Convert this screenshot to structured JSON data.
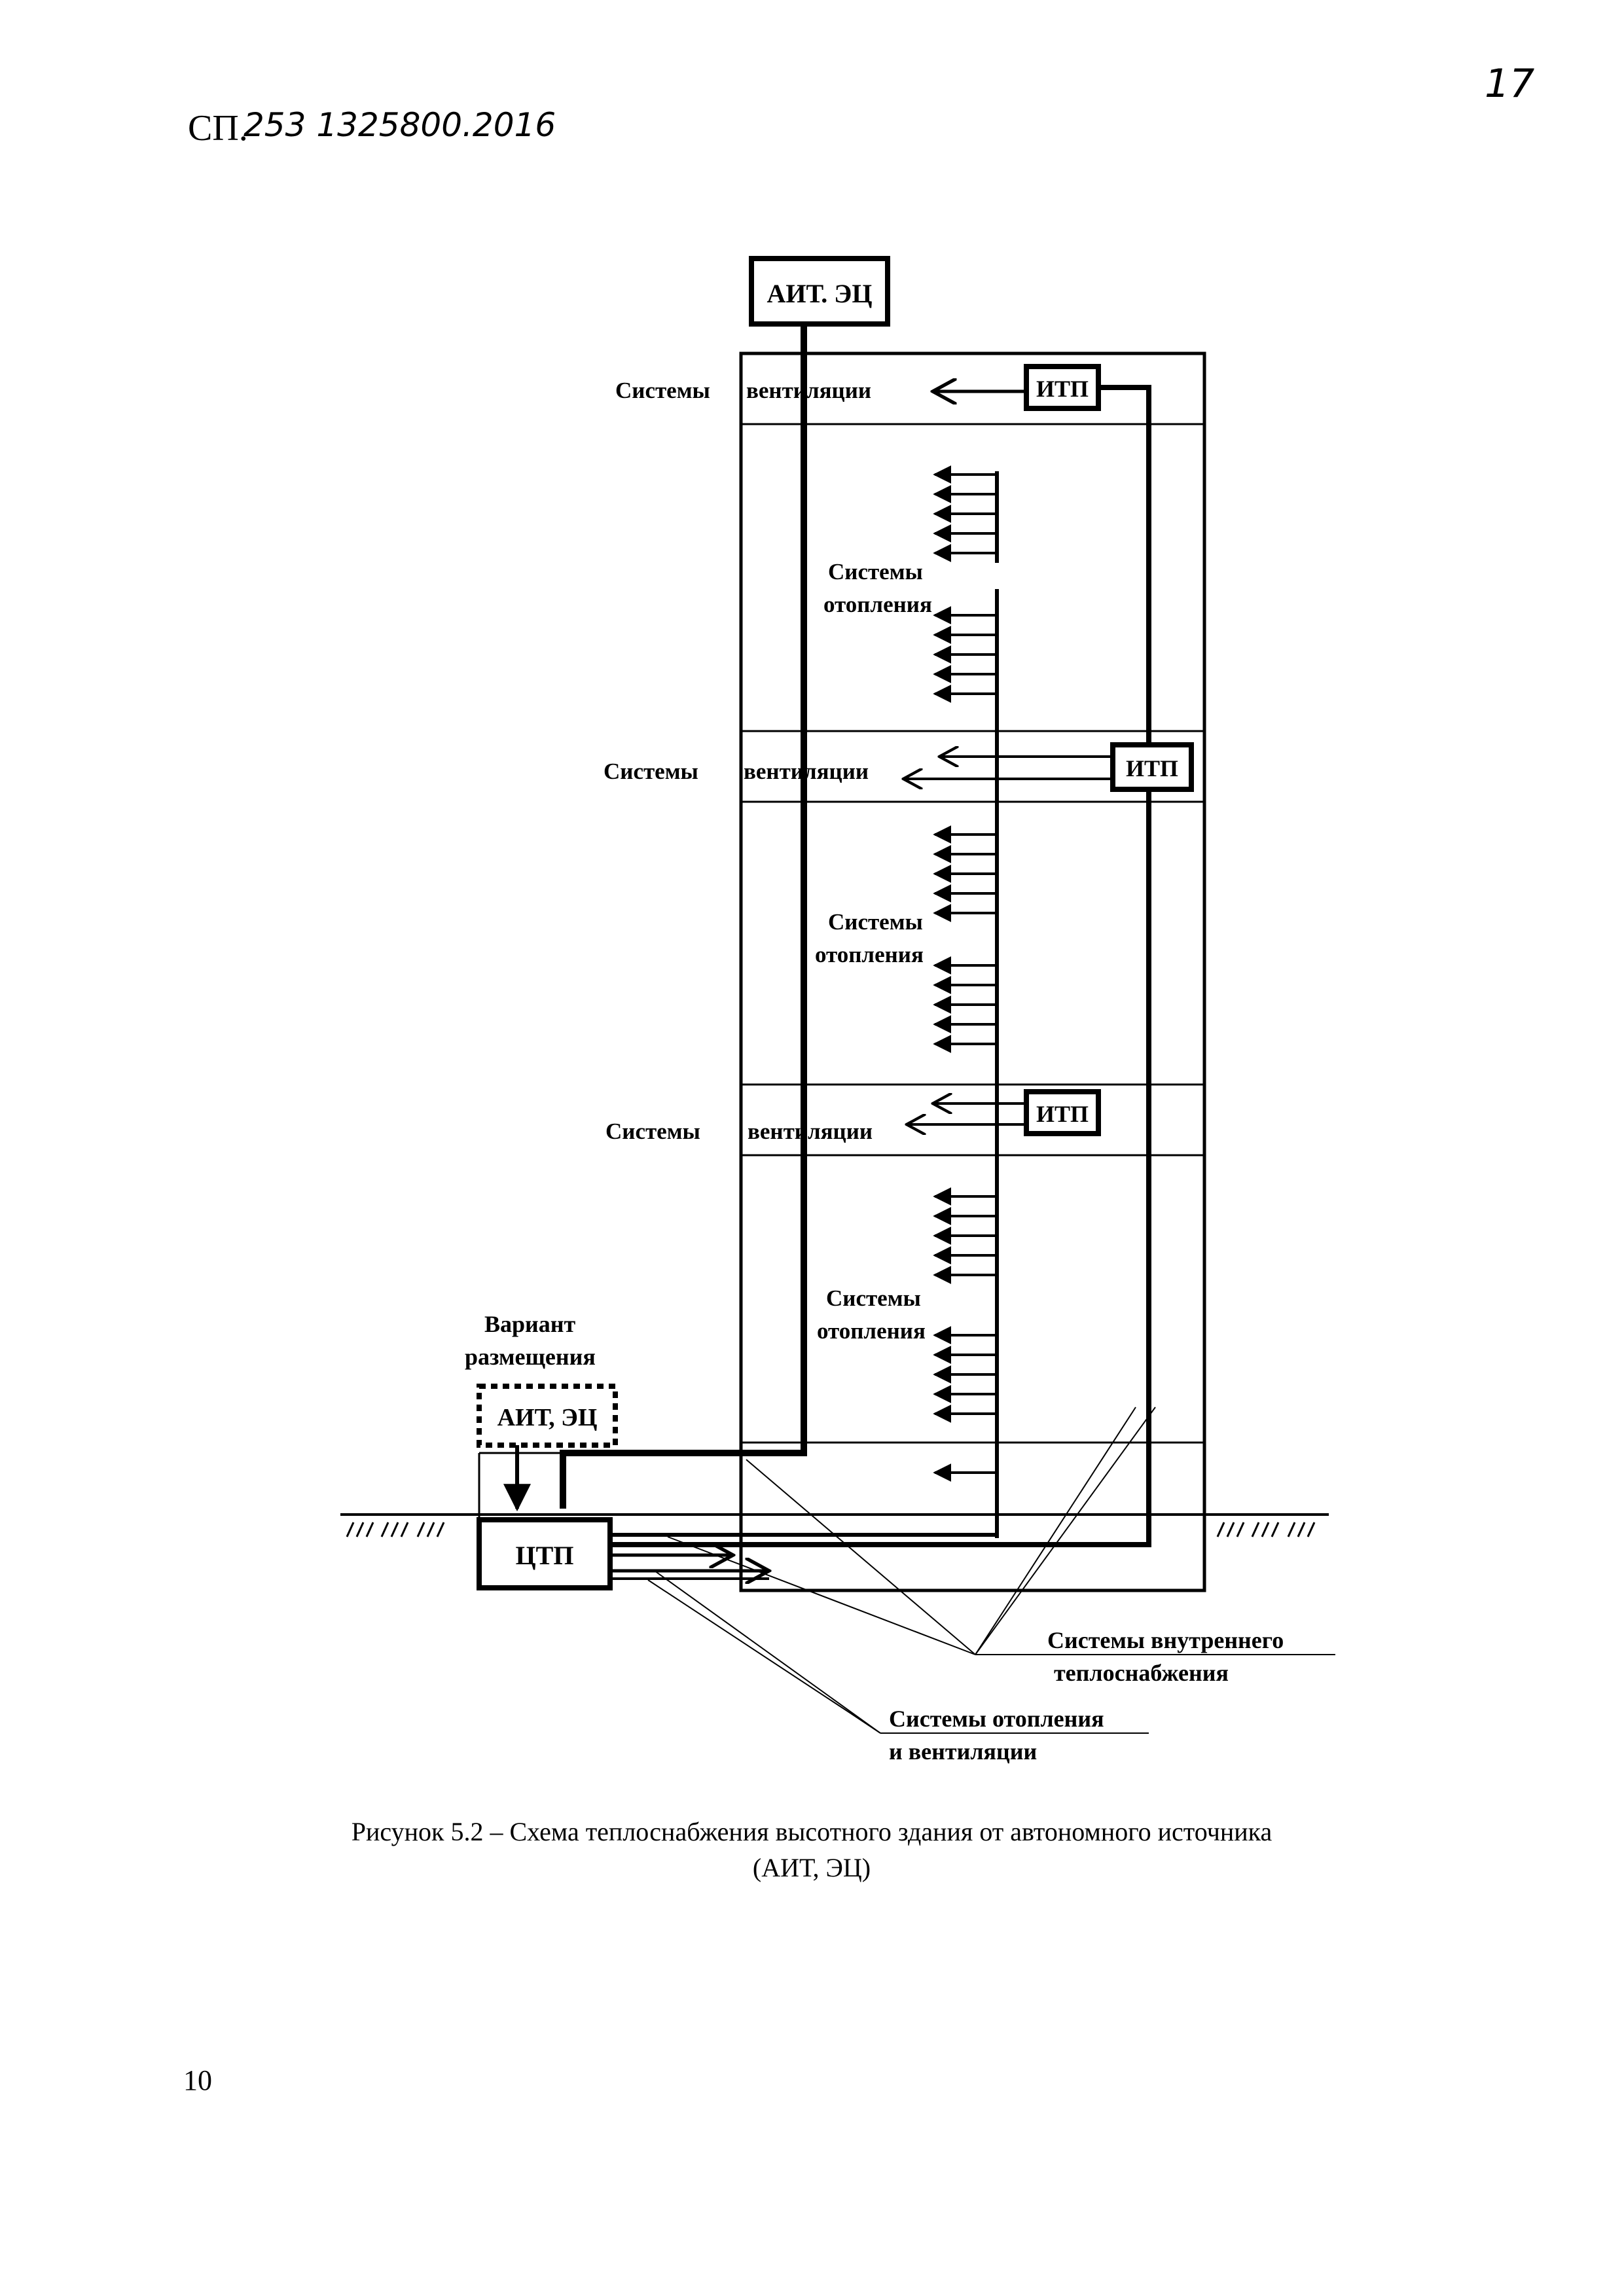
{
  "header": {
    "doc_prefix": "СП.",
    "doc_handwritten": "253 1325800.2016",
    "page_handwritten": "17"
  },
  "diagram": {
    "source_label": "АИТ. ЭЦ",
    "itp_label": "ИТП",
    "ctp_label": "ЦТП",
    "ventilation_left_label": "Системы",
    "ventilation_right_label": "вентиляции",
    "heating_label_line1": "Системы",
    "heating_label_line2": "отопления",
    "variant_line1": "Вариант",
    "variant_line2": "размещения",
    "variant_box_label": "АИТ, ЭЦ",
    "internal_supply_line1": "Системы внутреннего",
    "internal_supply_line2": "теплоснабжения",
    "heating_vent_line1": "Системы отопления",
    "heating_vent_line2": "и вентиляции"
  },
  "caption": {
    "line1": "Рисунок 5.2 – Схема теплоснабжения высотного здания от автономного источника",
    "line2": "(АИТ, ЭЦ)"
  },
  "footer": {
    "page_number": "10"
  }
}
